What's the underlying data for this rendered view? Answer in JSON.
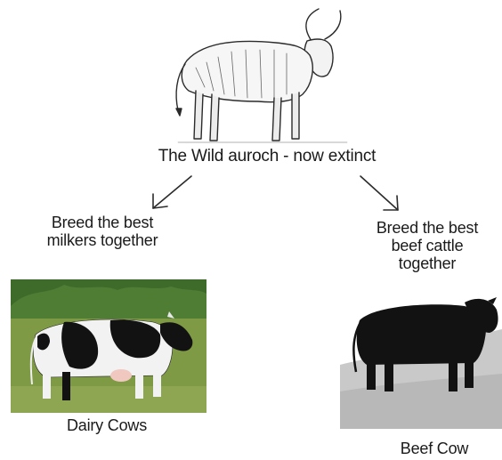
{
  "root": {
    "label": "The Wild auroch - now extinct"
  },
  "branches": [
    {
      "step": "Breed the best milkers together",
      "caption": "Dairy Cows"
    },
    {
      "step": "Breed the best beef cattle together",
      "caption": "Beef Cow"
    }
  ],
  "colors": {
    "sketch": "#2b2b2b",
    "grass": "#7f9a45",
    "trees": "#3f6b2a",
    "cow_black": "#121212",
    "cow_white": "#f2f2f2",
    "gravel": "#c9c9c9"
  }
}
